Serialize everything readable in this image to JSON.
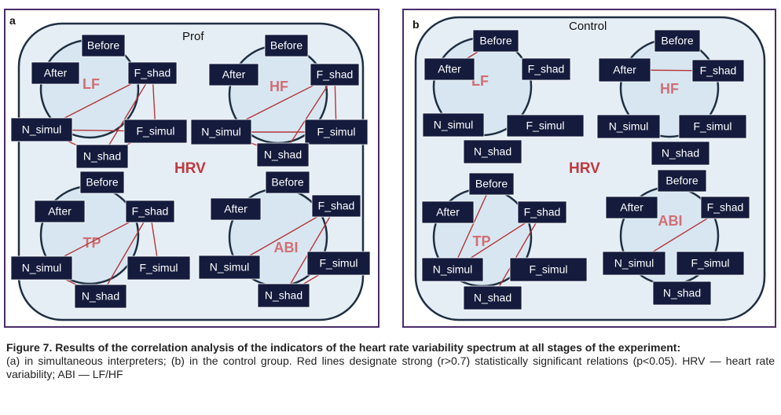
{
  "panels": [
    {
      "letter": "a",
      "title": "Prof",
      "center_label": "HRV",
      "clusters": [
        {
          "label": "LF",
          "nodes": {
            "Before": "Before",
            "After": "After",
            "F_shad": "F_shad",
            "N_simul": "N_simul",
            "F_simul": "F_simul",
            "N_shad": "N_shad"
          },
          "edges": [
            [
              "F_shad",
              "N_simul"
            ],
            [
              "F_shad",
              "N_shad"
            ],
            [
              "F_shad",
              "F_simul"
            ],
            [
              "N_simul",
              "F_simul"
            ],
            [
              "N_simul",
              "N_shad"
            ],
            [
              "N_shad",
              "F_simul"
            ]
          ]
        },
        {
          "label": "HF",
          "nodes": {
            "Before": "Before",
            "After": "After",
            "F_shad": "F_shad",
            "N_simul": "N_simul",
            "F_simul": "F_simul",
            "N_shad": "N_shad"
          },
          "edges": [
            [
              "F_shad",
              "N_simul"
            ],
            [
              "F_shad",
              "N_shad"
            ],
            [
              "F_shad",
              "F_simul"
            ],
            [
              "N_simul",
              "F_simul"
            ],
            [
              "N_simul",
              "N_shad"
            ],
            [
              "N_shad",
              "F_simul"
            ]
          ]
        },
        {
          "label": "TP",
          "nodes": {
            "Before": "Before",
            "After": "After",
            "F_shad": "F_shad",
            "N_simul": "N_simul",
            "F_simul": "F_simul",
            "N_shad": "N_shad"
          },
          "edges": [
            [
              "F_shad",
              "N_simul"
            ],
            [
              "F_shad",
              "N_shad"
            ],
            [
              "F_shad",
              "F_simul"
            ],
            [
              "N_simul",
              "N_shad"
            ]
          ]
        },
        {
          "label": "ABI",
          "nodes": {
            "Before": "Before",
            "After": "After",
            "F_shad": "F_shad",
            "N_simul": "N_simul",
            "F_simul": "F_simul",
            "N_shad": "N_shad"
          },
          "edges": [
            [
              "F_shad",
              "N_simul"
            ],
            [
              "F_shad",
              "N_shad"
            ],
            [
              "N_shad",
              "F_simul"
            ]
          ]
        }
      ]
    },
    {
      "letter": "b",
      "title": "Control",
      "center_label": "HRV",
      "clusters": [
        {
          "label": "LF",
          "nodes": {
            "Before": "Before",
            "After": "After",
            "F_shad": "F_shad",
            "N_simul": "N_simul",
            "F_simul": "F_simul",
            "N_shad": "N_shad"
          },
          "edges": [
            [
              "After",
              "Before"
            ]
          ]
        },
        {
          "label": "HF",
          "nodes": {
            "Before": "Before",
            "After": "After",
            "F_shad": "F_shad",
            "N_simul": "N_simul",
            "F_simul": "F_simul",
            "N_shad": "N_shad"
          },
          "edges": [
            [
              "After",
              "F_shad"
            ]
          ]
        },
        {
          "label": "TP",
          "nodes": {
            "Before": "Before",
            "After": "After",
            "F_shad": "F_shad",
            "N_simul": "N_simul",
            "F_simul": "F_simul",
            "N_shad": "N_shad"
          },
          "edges": [
            [
              "Before",
              "N_simul"
            ],
            [
              "F_shad",
              "N_simul"
            ],
            [
              "F_shad",
              "N_shad"
            ]
          ]
        },
        {
          "label": "ABI",
          "nodes": {
            "Before": "Before",
            "After": "After",
            "F_shad": "F_shad",
            "N_simul": "N_simul",
            "F_simul": "F_simul",
            "N_shad": "N_shad"
          },
          "edges": [
            [
              "F_shad",
              "N_simul"
            ]
          ]
        }
      ]
    }
  ],
  "caption": {
    "title": "Figure 7. Results of the correlation analysis of the indicators of the heart rate variability spectrum at all stages of the experiment:",
    "body": "(a) in simultaneous interpreters; (b) in the control group. Red lines designate strong (r>0.7) statistically significant relations (p<0.05). HRV — heart rate variability; ABI — LF/HF"
  },
  "colors": {
    "edge": "#b5363a",
    "node_box": "#141b3c",
    "circle_fill": "#d7e6f1",
    "outer_fill": "#e6eef5",
    "frame": "#4a2d6b"
  }
}
